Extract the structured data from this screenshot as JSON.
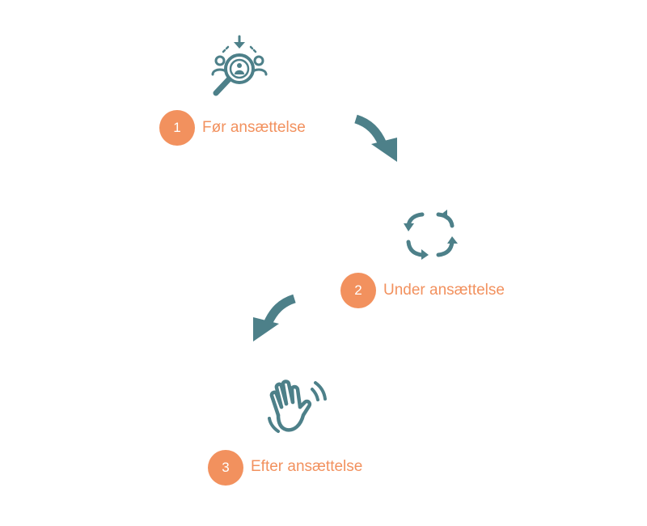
{
  "colors": {
    "icon": "#4d8089",
    "accent": "#f2915e",
    "badge_text": "#ffffff",
    "background": "#ffffff"
  },
  "steps": [
    {
      "number": "1",
      "label": "Før ansættelse",
      "icon": "search-person-icon"
    },
    {
      "number": "2",
      "label": "Under ansættelse",
      "icon": "cycle-arrows-icon"
    },
    {
      "number": "3",
      "label": "Efter ansættelse",
      "icon": "waving-hand-icon"
    }
  ],
  "connectors": [
    {
      "from": "1",
      "to": "2",
      "icon": "curved-arrow-down-right-icon"
    },
    {
      "from": "2",
      "to": "3",
      "icon": "curved-arrow-down-left-icon"
    }
  ]
}
